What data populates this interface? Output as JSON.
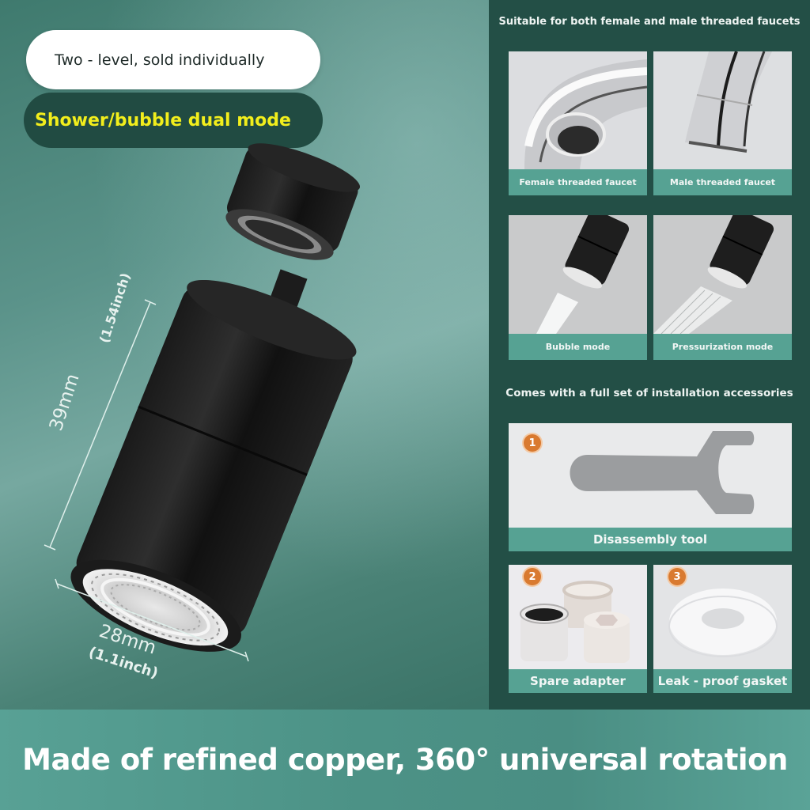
{
  "left": {
    "pill_white": "Two - level, sold individually",
    "pill_dark": "Shower/bubble dual mode",
    "dimensions": {
      "length_mm": "39mm",
      "length_inch": "(1.54inch)",
      "width_mm": "28mm",
      "width_inch": "(1.1inch)"
    }
  },
  "right": {
    "section1_title": "Suitable for both female and male threaded faucets",
    "faucets": [
      {
        "label": "Female threaded faucet"
      },
      {
        "label": "Male threaded faucet"
      }
    ],
    "modes": [
      {
        "label": "Bubble mode"
      },
      {
        "label": "Pressurization mode"
      }
    ],
    "section2_title": "Comes with a full set of installation accessories",
    "accessories": [
      {
        "number": "1",
        "label": "Disassembly tool"
      },
      {
        "number": "2",
        "label": "Spare adapter"
      },
      {
        "number": "3",
        "label": "Leak - proof gasket"
      }
    ]
  },
  "footer": {
    "headline": "Made of refined copper, 360° universal rotation"
  },
  "colors": {
    "panel_dark_green": "#234f46",
    "label_teal": "#56a293",
    "pill_text_yellow": "#f2ee1c",
    "badge_orange": "#d97a30"
  }
}
